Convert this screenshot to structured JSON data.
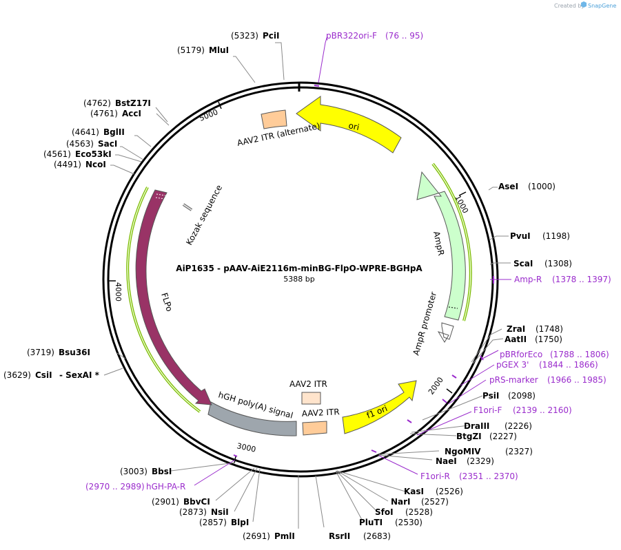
{
  "header": {
    "credit_prefix": "Created by",
    "credit_brand": "SnapGene"
  },
  "plasmid": {
    "name": "AiP1635 - pAAV-AiE2116m-minBG-FlpO-WPRE-BGHpA",
    "length_label": "5388 bp",
    "length": 5388
  },
  "colors": {
    "primer": "#9a2bcc",
    "ori": "#ffff00",
    "ampr": "#ccffcc",
    "itr": "#ffcc99",
    "itr_alt": "#ffe4cc",
    "flpo": "#993366",
    "polya": "#9ea6ad",
    "promoter": "#ffffff",
    "orf_green": "#7ab800"
  },
  "ticks": [
    {
      "label": "1000",
      "pos": 1000
    },
    {
      "label": "2000",
      "pos": 2000
    },
    {
      "label": "3000",
      "pos": 3000
    },
    {
      "label": "4000",
      "pos": 4000
    },
    {
      "label": "5000",
      "pos": 5000
    }
  ],
  "enzymes_right": [
    {
      "name": "AseI",
      "pos": "(1000)"
    },
    {
      "name": "PvuI",
      "pos": "(1198)"
    },
    {
      "name": "ScaI",
      "pos": "(1308)"
    },
    {
      "name": "ZraI",
      "pos": "(1748)"
    },
    {
      "name": "AatII",
      "pos": "(1750)"
    },
    {
      "name": "PsiI",
      "pos": "(2098)"
    },
    {
      "name": "DraIII",
      "pos": "(2226)"
    },
    {
      "name": "BtgZI",
      "pos": "(2227)"
    },
    {
      "name": "NgoMIV",
      "pos": "(2327)"
    },
    {
      "name": "NaeI",
      "pos": "(2329)"
    },
    {
      "name": "KasI",
      "pos": "(2526)"
    },
    {
      "name": "NarI",
      "pos": "(2527)"
    },
    {
      "name": "SfoI",
      "pos": "(2528)"
    },
    {
      "name": "PluTI",
      "pos": "(2530)"
    },
    {
      "name": "RsrII",
      "pos": "(2683)"
    }
  ],
  "enzymes_left": [
    {
      "name": "PciI",
      "pos": "(5323)"
    },
    {
      "name": "MluI",
      "pos": "(5179)"
    },
    {
      "name": "BstZ17I",
      "pos": "(4762)"
    },
    {
      "name": "AccI",
      "pos": "(4761)"
    },
    {
      "name": "BglII",
      "pos": "(4641)"
    },
    {
      "name": "SacI",
      "pos": "(4563)"
    },
    {
      "name": "Eco53kI",
      "pos": "(4561)"
    },
    {
      "name": "NcoI",
      "pos": "(4491)"
    },
    {
      "name": "Bsu36I",
      "pos": "(3719)"
    },
    {
      "name": "CsiI",
      "pos": "(3629)",
      "extra": "- SexAI *"
    },
    {
      "name": "BbsI",
      "pos": "(3003)"
    },
    {
      "name": "BbvCI",
      "pos": "(2901)"
    },
    {
      "name": "NsiI",
      "pos": "(2873)"
    },
    {
      "name": "BlpI",
      "pos": "(2857)"
    },
    {
      "name": "PmlI",
      "pos": "(2691)"
    }
  ],
  "primers": [
    {
      "name": "pBR322ori-F",
      "range": "(76 .. 95)"
    },
    {
      "name": "Amp-R",
      "range": "(1378 .. 1397)"
    },
    {
      "name": "pBRforEco",
      "range": "(1788 .. 1806)"
    },
    {
      "name": "pGEX 3'",
      "range": "(1844 .. 1866)"
    },
    {
      "name": "pRS-marker",
      "range": "(1966 .. 1985)"
    },
    {
      "name": "F1ori-F",
      "range": "(2139 .. 2160)"
    },
    {
      "name": "F1ori-R",
      "range": "(2351 .. 2370)"
    },
    {
      "name": "hGH-PA-R",
      "range": "(2970 .. 2989)"
    }
  ],
  "features": {
    "ori": "ori",
    "ampr": "AmpR",
    "ampr_promoter": "AmpR promoter",
    "f1_ori": "f1 ori",
    "aav2_itr_1": "AAV2 ITR",
    "aav2_itr_2": "AAV2 ITR",
    "aav2_itr_alt": "AAV2 ITR (alternate)",
    "polya": "hGH poly(A) signal",
    "flpo": "FLPo",
    "kozak": "Kozak sequence"
  }
}
